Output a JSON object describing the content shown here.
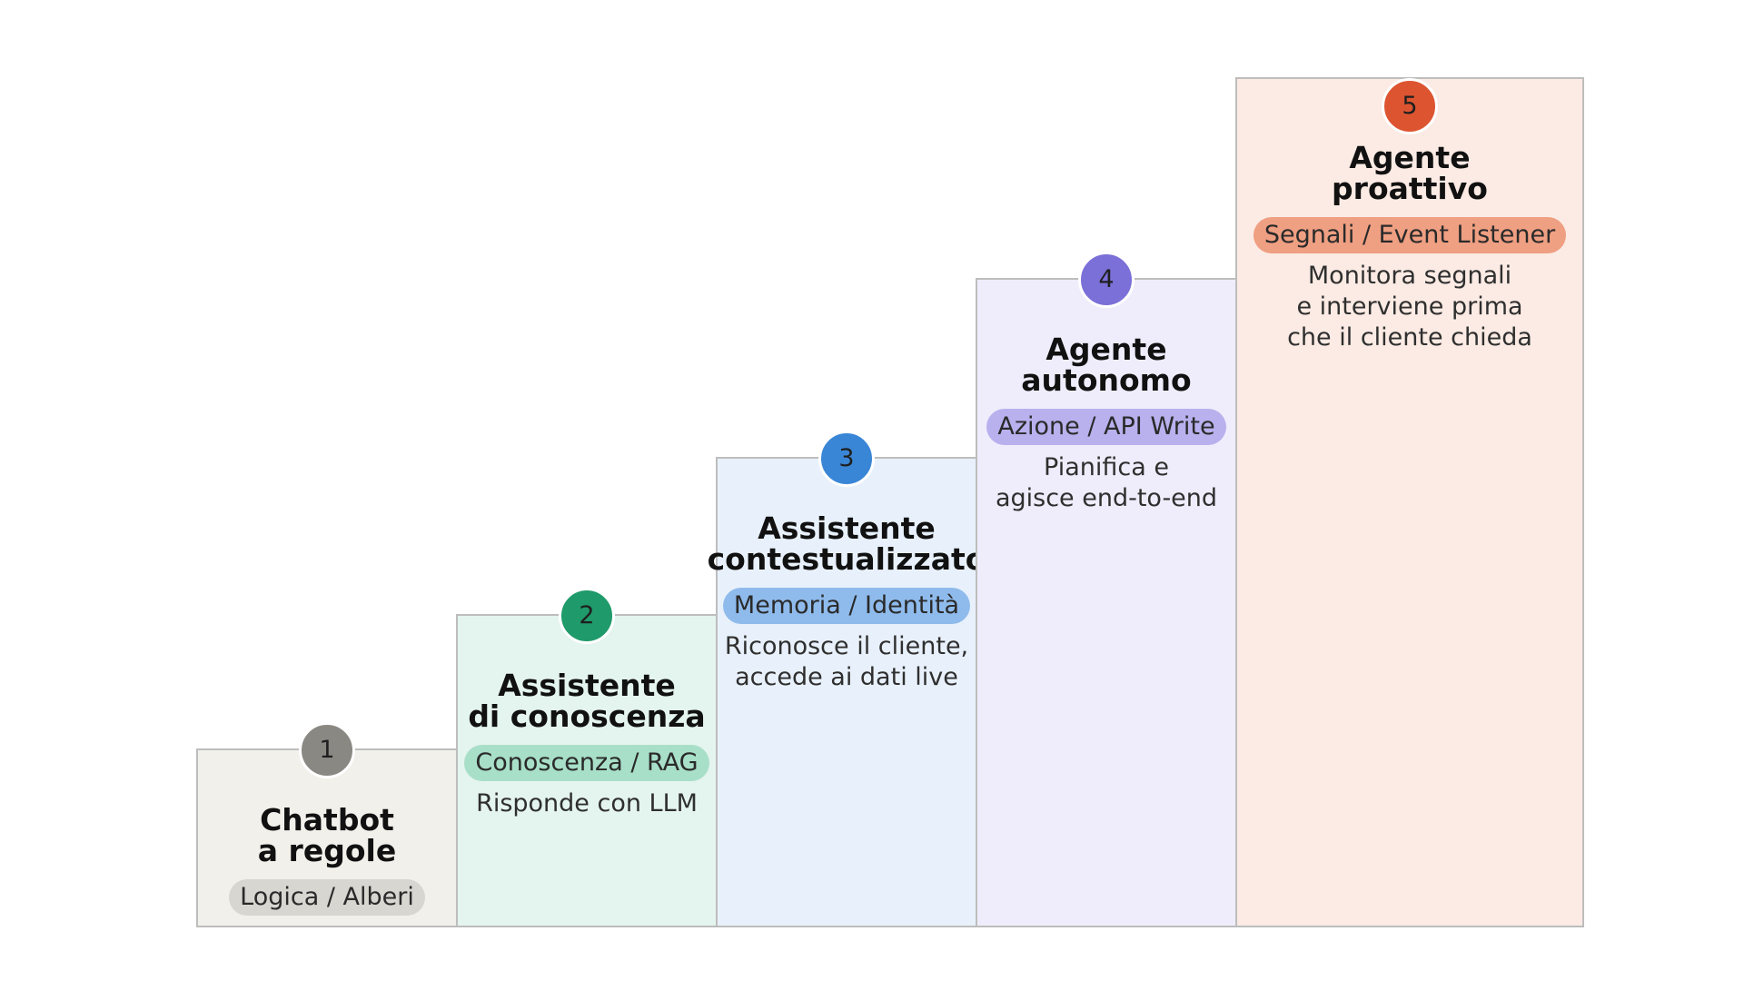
{
  "steps": [
    {
      "number": "1",
      "title_line1": "Chatbot",
      "title_line2": "a regole",
      "pill": "Logica / Alberi",
      "desc_line1": "",
      "desc_line2": "",
      "desc_line3": "",
      "colors": {
        "bg": "#f2f0eb",
        "badge": "#8a8883",
        "pill": "#d8d6d1"
      }
    },
    {
      "number": "2",
      "title_line1": "Assistente",
      "title_line2": "di conoscenza",
      "pill": "Conoscenza / RAG",
      "desc_line1": "Risponde con LLM",
      "desc_line2": "",
      "desc_line3": "",
      "colors": {
        "bg": "#e4f4ee",
        "badge": "#1f9a6a",
        "pill": "#a8dfc8"
      }
    },
    {
      "number": "3",
      "title_line1": "Assistente",
      "title_line2": "contestualizzato",
      "pill": "Memoria / Identità",
      "desc_line1": "Riconosce il cliente,",
      "desc_line2": "accede ai dati live",
      "desc_line3": "",
      "colors": {
        "bg": "#e8f1fb",
        "badge": "#3a86d6",
        "pill": "#8fbbec"
      }
    },
    {
      "number": "4",
      "title_line1": "Agente",
      "title_line2": "autonomo",
      "pill": "Azione / API Write",
      "desc_line1": "Pianifica e",
      "desc_line2": "agisce end-to-end",
      "desc_line3": "",
      "colors": {
        "bg": "#efedfb",
        "badge": "#7b6fd8",
        "pill": "#b9b0ee"
      }
    },
    {
      "number": "5",
      "title_line1": "Agente",
      "title_line2": "proattivo",
      "pill": "Segnali / Event Listener",
      "desc_line1": "Monitora segnali",
      "desc_line2": "e interviene prima",
      "desc_line3": "che il cliente chieda",
      "colors": {
        "bg": "#fbebe4",
        "badge": "#dd5530",
        "pill": "#ef9f82"
      }
    }
  ]
}
